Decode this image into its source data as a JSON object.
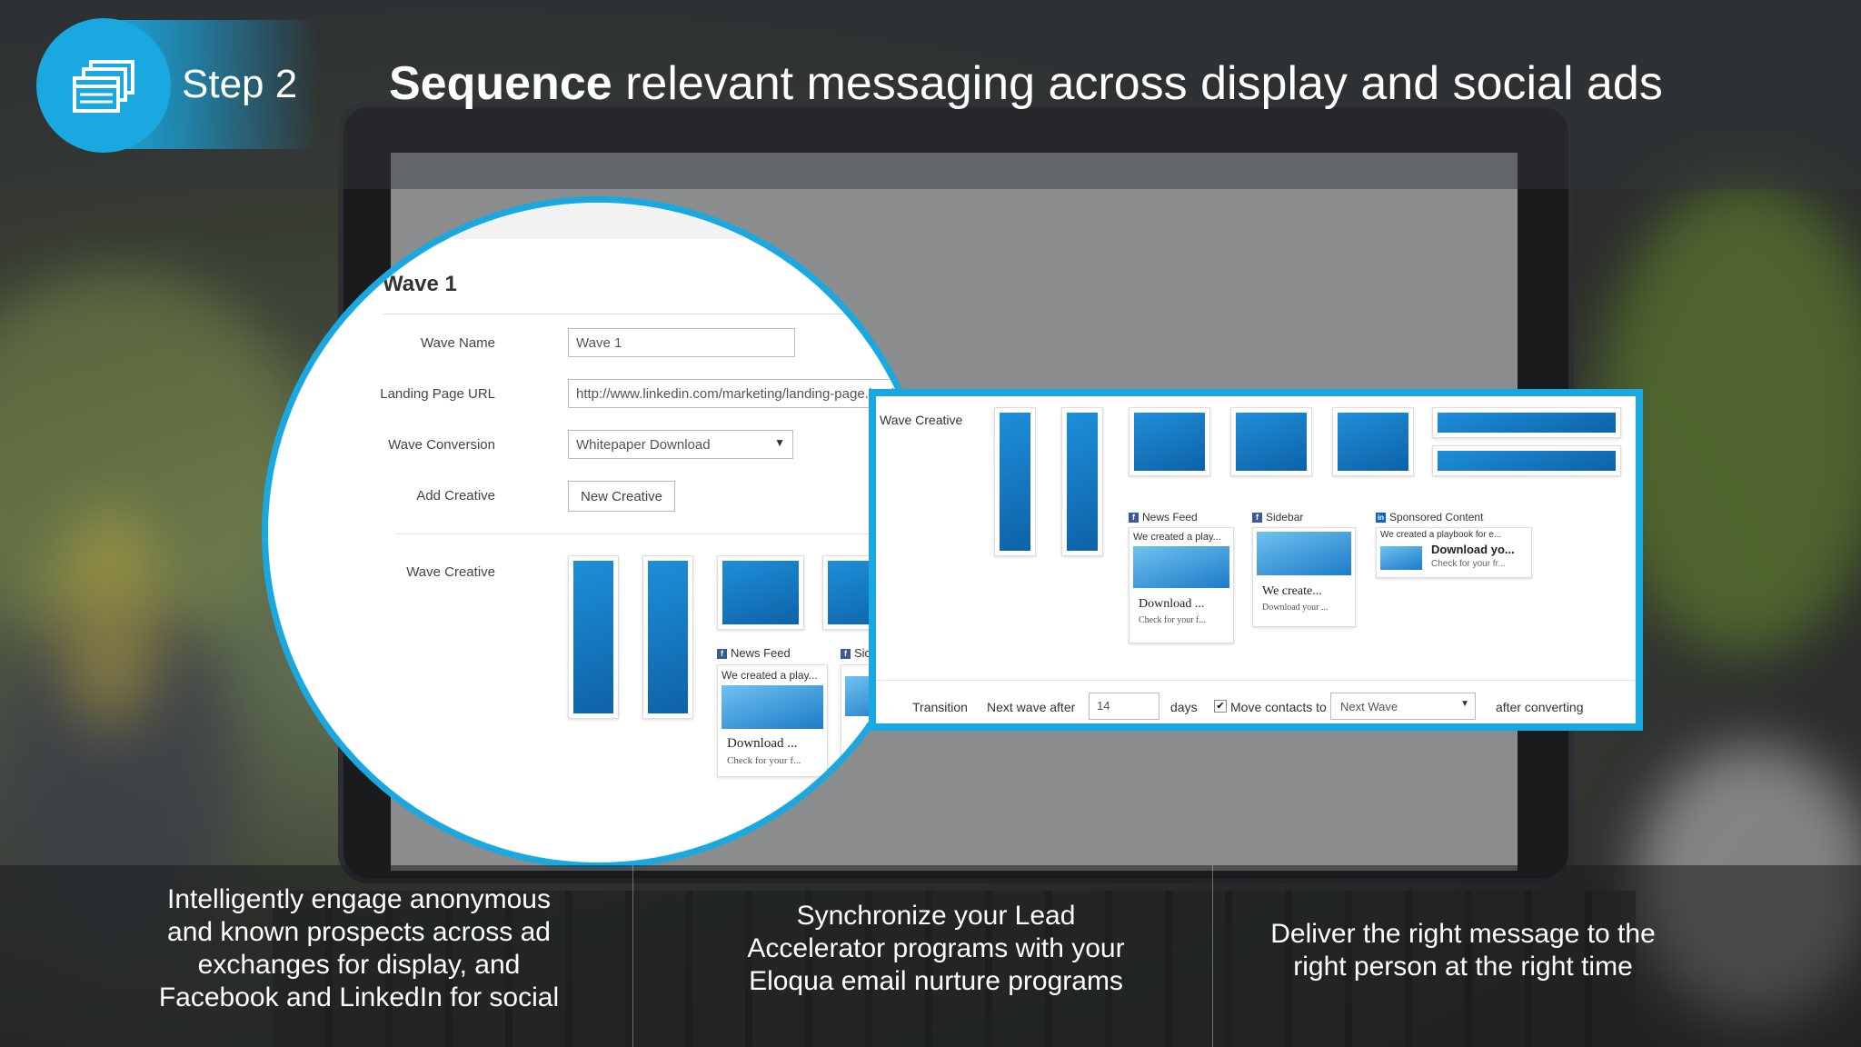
{
  "header": {
    "step_label": "Step 2",
    "title_bold": "Sequence",
    "title_rest": " relevant messaging across display and social ads"
  },
  "zoom_form": {
    "heading": "Wave 1",
    "fields": [
      {
        "label": "Wave Name",
        "value": "Wave 1"
      },
      {
        "label": "Landing Page URL",
        "value": "http://www.linkedin.com/marketing/landing-page.html"
      },
      {
        "label": "Wave Conversion",
        "value": "Whitepaper Download"
      },
      {
        "label": "Add Creative",
        "value": "New Creative"
      }
    ],
    "wave_creative_label": "Wave Creative",
    "news_feed_label": "News Feed",
    "sidebar_label_partial": "Sid",
    "card": {
      "line1": "We created a play...",
      "line2": "Download ...",
      "line3": "Check for your f..."
    }
  },
  "panel": {
    "wave_creative_label": "Wave Creative",
    "news_feed_label": "News Feed",
    "sidebar_label": "Sidebar",
    "sponsored_label": "Sponsored Content",
    "news_card": {
      "line1": "We created a play...",
      "line2": "Download ...",
      "line3": "Check for your f..."
    },
    "sidebar_card": {
      "line2": "We create...",
      "line3": "Download your ..."
    },
    "sponsored_card": {
      "line1": "We created a playbook for e...",
      "line2": "Download yo...",
      "line3": "Check for your fr..."
    },
    "transition_label": "Transition",
    "next_wave_after": "Next wave after",
    "days_value": "14",
    "days_label": "days",
    "move_contacts": "Move contacts to",
    "next_wave_select": "Next Wave",
    "after_converting": "after converting"
  },
  "columns": [
    {
      "text": "Intelligently engage anonymous and known prospects across ad exchanges for display, and Facebook and LinkedIn for social"
    },
    {
      "text": "Synchronize your Lead Accelerator programs with your Eloqua email nurture programs"
    },
    {
      "text": "Deliver the right message to the right person at the right time"
    }
  ],
  "colors": {
    "accent": "#1aa8e0"
  }
}
